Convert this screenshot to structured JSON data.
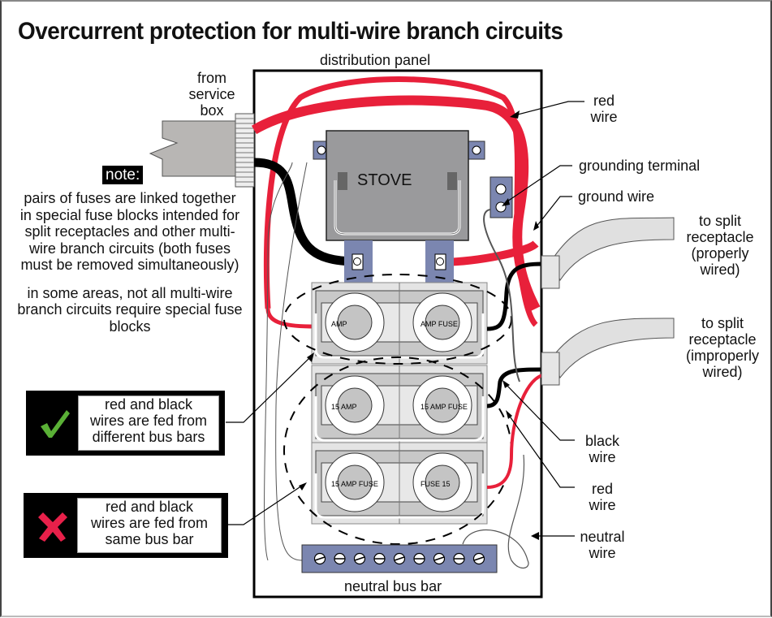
{
  "title": "Overcurrent protection for multi-wire branch circuits",
  "colors": {
    "red_wire": "#e8203a",
    "black_wire": "#000000",
    "terminal": "#7b86b0",
    "stove": "#9a9a9c",
    "fuse_block": "#c8c8c8",
    "check": "#5ab036",
    "cross": "#e8204a",
    "cable": "#e0e0e0",
    "service_cable": "#b8b6b4"
  },
  "labels": {
    "distribution_panel": "distribution panel",
    "from_service_box": [
      "from",
      "service",
      "box"
    ],
    "stove": "STOVE",
    "red_wire_top": [
      "red",
      "wire"
    ],
    "grounding_terminal": "grounding terminal",
    "ground_wire": "ground wire",
    "to_split_properly": [
      "to split",
      "receptacle",
      "(properly",
      "wired)"
    ],
    "to_split_improperly": [
      "to split",
      "receptacle",
      "(improperly",
      "wired)"
    ],
    "black_wire": [
      "black",
      "wire"
    ],
    "red_wire_bottom": [
      "red",
      "wire"
    ],
    "neutral_wire": [
      "neutral",
      "wire"
    ],
    "neutral_bus_bar": "neutral bus bar"
  },
  "note": {
    "tag": "note:",
    "paragraph1": "pairs of fuses are linked together in special fuse blocks intended for split receptacles and other multi-wire branch circuits (both fuses must be removed simultaneously)",
    "paragraph2": "in some areas, not all multi-wire branch circuits require special fuse blocks"
  },
  "callouts": [
    {
      "icon": "check-icon",
      "status": "correct",
      "text": [
        "red and black",
        "wires are fed from",
        "different bus bars"
      ]
    },
    {
      "icon": "cross-icon",
      "status": "incorrect",
      "text": [
        "red and black",
        "wires are fed from",
        "same bus bar"
      ]
    }
  ],
  "fuses": [
    {
      "row": 1,
      "left": "AMP",
      "right": "AMP FUSE"
    },
    {
      "row": 2,
      "left": "15 AMP",
      "right": "15 AMP FUSE"
    },
    {
      "row": 3,
      "left": "15 AMP FUSE",
      "right": "FUSE 15"
    }
  ],
  "neutral_bus_bar_screws": 9
}
